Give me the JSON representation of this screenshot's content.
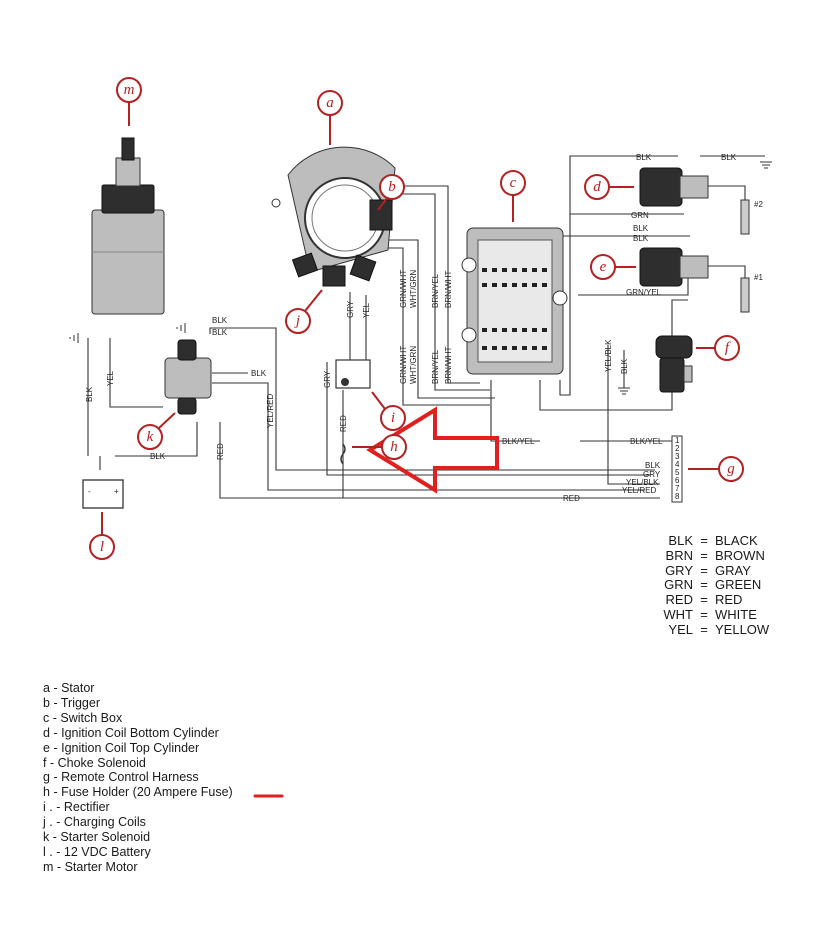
{
  "callouts": {
    "a": "a",
    "b": "b",
    "c": "c",
    "d": "d",
    "e": "e",
    "f": "f",
    "g": "g",
    "h": "h",
    "i": "i",
    "j": "j",
    "k": "k",
    "l": "l",
    "m": "m"
  },
  "wire_labels": {
    "blk": "BLK",
    "yel": "YEL",
    "gry": "GRY",
    "red": "RED",
    "grn": "GRN",
    "grn_wht": "GRN/WHT",
    "wht_grn": "WHT/GRN",
    "brn_yel": "BRN/YEL",
    "brn_wht": "BRN/WHT",
    "yel_red": "YEL/RED",
    "yel_blk": "YEL/BLK",
    "grn_yel": "GRN/YEL",
    "blk_yel": "BLK/YEL"
  },
  "plugs": {
    "p2": "#2",
    "p1": "#1"
  },
  "battery": {
    "minus": "-",
    "plus": "+"
  },
  "harness_pins": [
    "1",
    "2",
    "3",
    "4",
    "5",
    "6",
    "7",
    "8"
  ],
  "color_codes": [
    {
      "abbr": "BLK",
      "name": "BLACK"
    },
    {
      "abbr": "BRN",
      "name": "BROWN"
    },
    {
      "abbr": "GRY",
      "name": "GRAY"
    },
    {
      "abbr": "GRN",
      "name": "GREEN"
    },
    {
      "abbr": "RED",
      "name": "RED"
    },
    {
      "abbr": "WHT",
      "name": "WHITE"
    },
    {
      "abbr": "YEL",
      "name": "YELLOW"
    }
  ],
  "legend": [
    {
      "key": "a",
      "sep": "-",
      "text": "Stator"
    },
    {
      "key": "b",
      "sep": "-",
      "text": "Trigger"
    },
    {
      "key": "c",
      "sep": "-",
      "text": "Switch Box"
    },
    {
      "key": "d",
      "sep": "-",
      "text": "Ignition Coil Bottom Cylinder"
    },
    {
      "key": "e",
      "sep": "-",
      "text": "Ignition Coil Top Cylinder"
    },
    {
      "key": "f",
      "sep": "-",
      "text": "Choke Solenoid"
    },
    {
      "key": "g",
      "sep": "-",
      "text": "Remote Control Harness"
    },
    {
      "key": "h",
      "sep": "-",
      "text": "Fuse Holder (20 Ampere Fuse)"
    },
    {
      "key": "i .",
      "sep": "-",
      "text": "Rectifier"
    },
    {
      "key": "j .",
      "sep": "-",
      "text": "Charging Coils"
    },
    {
      "key": "k",
      "sep": "-",
      "text": "Starter Solenoid"
    },
    {
      "key": "l .",
      "sep": "-",
      "text": "12 VDC Battery"
    },
    {
      "key": "m",
      "sep": "-",
      "text": "Starter Motor"
    }
  ],
  "colors": {
    "callout": "#b22222",
    "arrow": "#e0201e",
    "part": "#bdbdbd"
  }
}
